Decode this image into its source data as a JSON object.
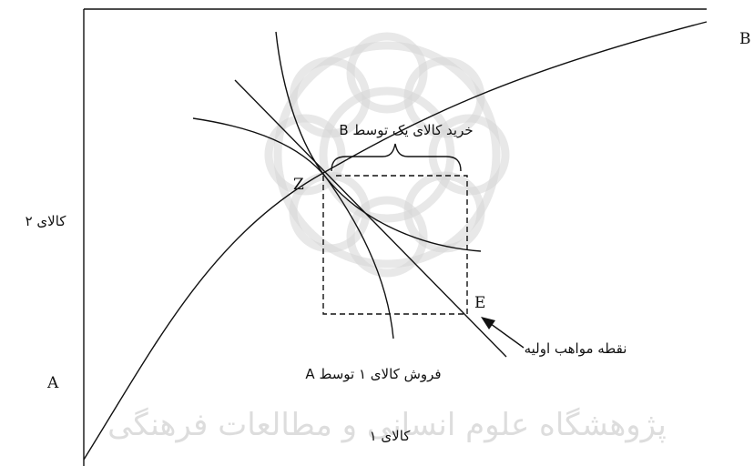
{
  "diagram": {
    "axis_y_label": "کالای ۲",
    "axis_x_label": "کالای ۱",
    "label_B_corner": "B",
    "label_A_corner": "A",
    "label_Z": "Z",
    "label_E": "E",
    "buy_label": "خرید کالای یک توسط B",
    "sell_label": "فروش کالای ۱ توسط A",
    "endowment_label": "نقطه مواهب اولیه"
  },
  "watermark": {
    "text": "پژوهشگاه علوم انسانی و مطالعات فرهنگی",
    "color": "#d6d6d6"
  }
}
